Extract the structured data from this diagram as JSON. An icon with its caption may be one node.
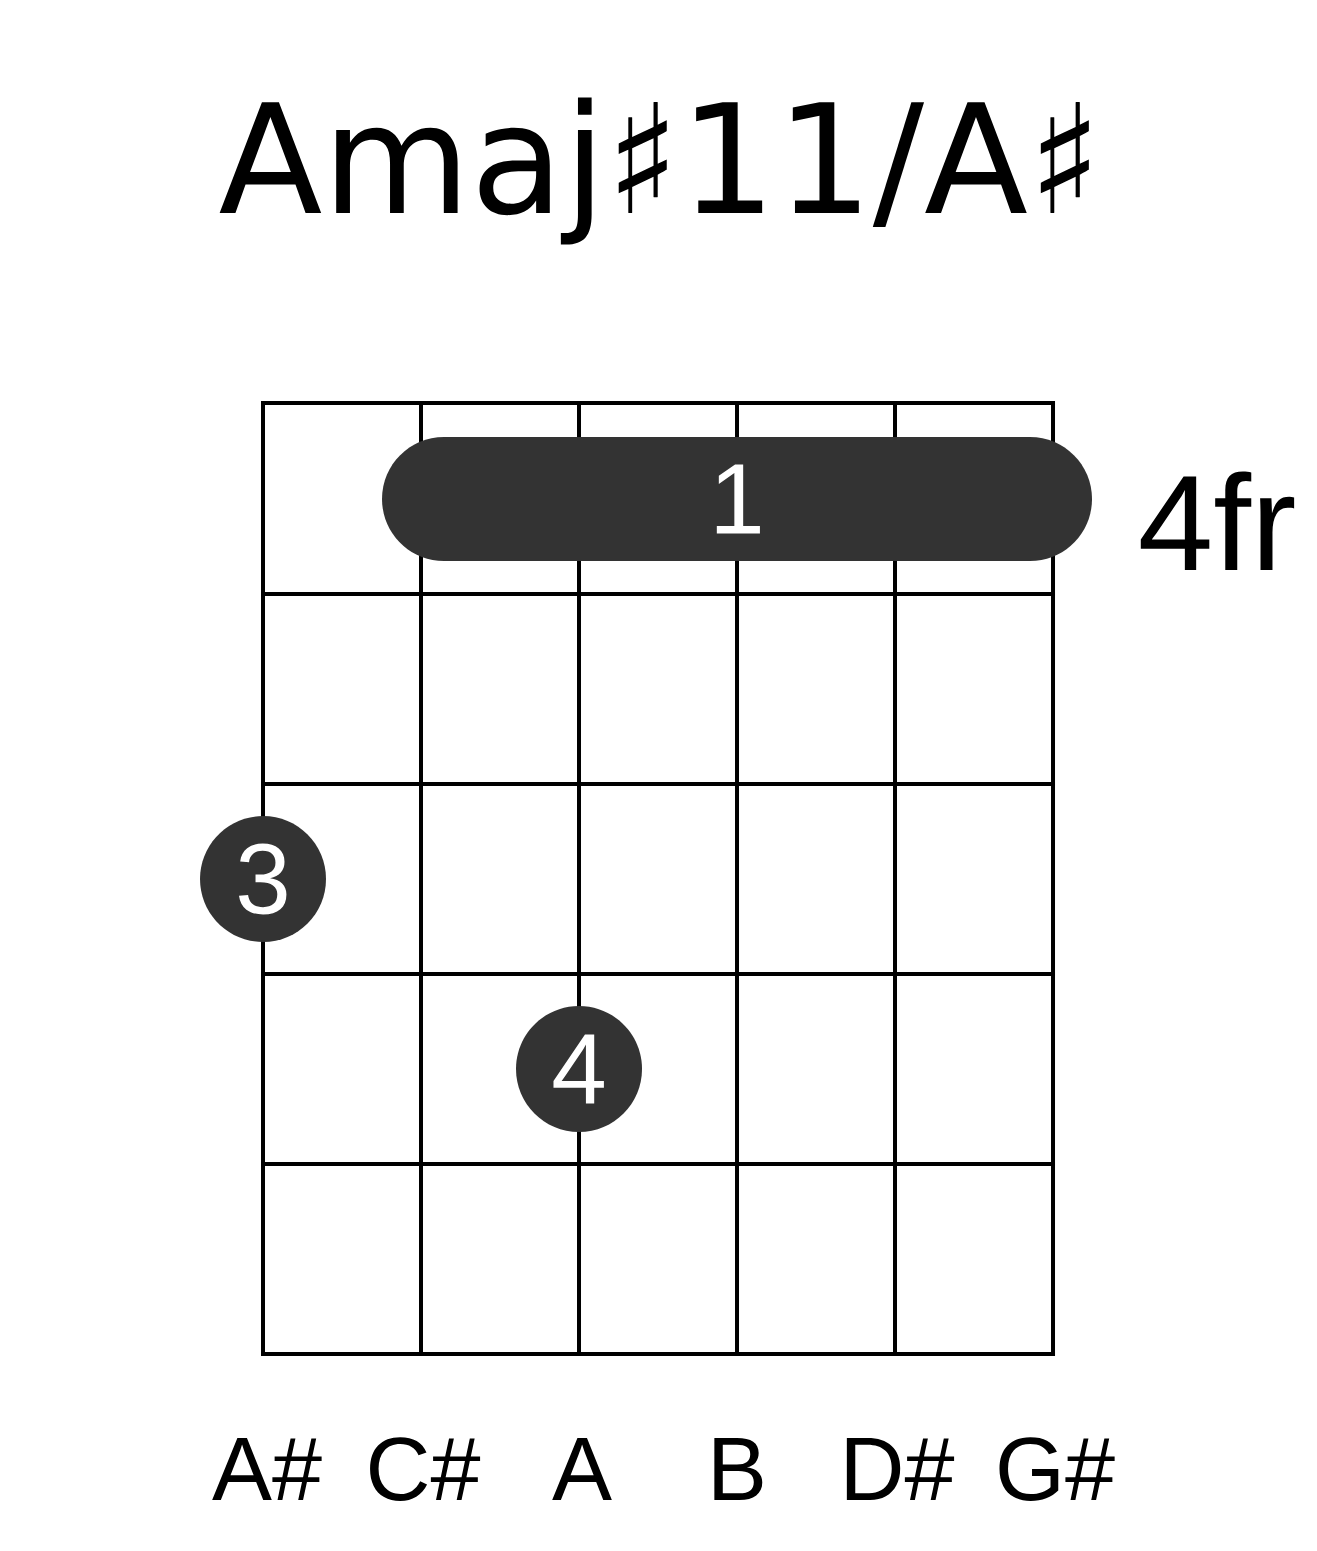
{
  "diagram": {
    "title": "Amaj♯11/A♯",
    "nodes": [
      {
        "text": [
          "1"
        ]
      },
      {
        "text": [
          "3"
        ]
      },
      {
        "text": [
          "4"
        ]
      }
    ],
    "labels": [
      "4fr",
      "A#",
      "C#",
      "A",
      "B",
      "D#",
      "G#"
    ]
  }
}
